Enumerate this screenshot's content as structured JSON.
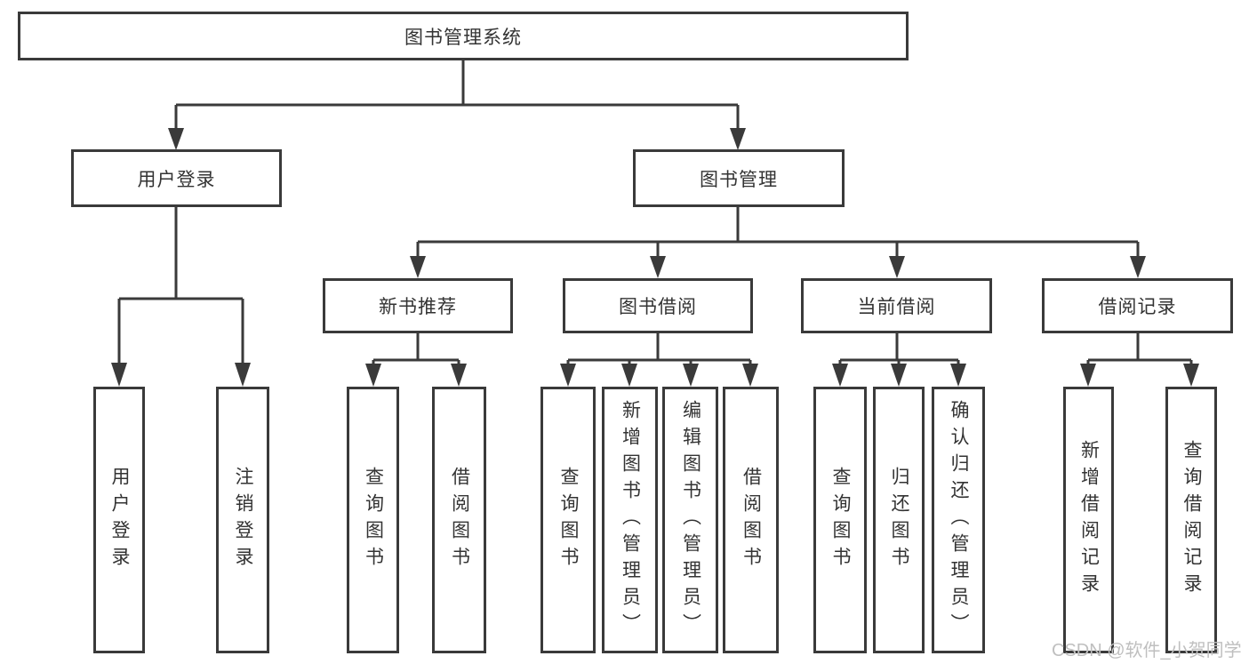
{
  "colors": {
    "line": "#3a3a3a",
    "text": "#333333",
    "watermark": "#bfbfbf",
    "background": "#ffffff"
  },
  "watermark": {
    "text": "CSDN @软件_小贺同学"
  },
  "tree": {
    "root": {
      "label": "图书管理系统"
    },
    "branches": [
      {
        "label": "用户登录",
        "children": [
          {
            "label": "用户登录"
          },
          {
            "label": "注销登录"
          }
        ]
      },
      {
        "label": "图书管理",
        "children": [
          {
            "label": "新书推荐",
            "children": [
              {
                "label": "查询图书"
              },
              {
                "label": "借阅图书"
              }
            ]
          },
          {
            "label": "图书借阅",
            "children": [
              {
                "label": "查询图书"
              },
              {
                "label": "新增图书（管理员）"
              },
              {
                "label": "编辑图书（管理员）"
              },
              {
                "label": "借阅图书"
              }
            ]
          },
          {
            "label": "当前借阅",
            "children": [
              {
                "label": "查询图书"
              },
              {
                "label": "归还图书"
              },
              {
                "label": "确认归还（管理员）"
              }
            ]
          },
          {
            "label": "借阅记录",
            "children": [
              {
                "label": "新增借阅记录"
              },
              {
                "label": "查询借阅记录"
              }
            ]
          }
        ]
      }
    ]
  }
}
